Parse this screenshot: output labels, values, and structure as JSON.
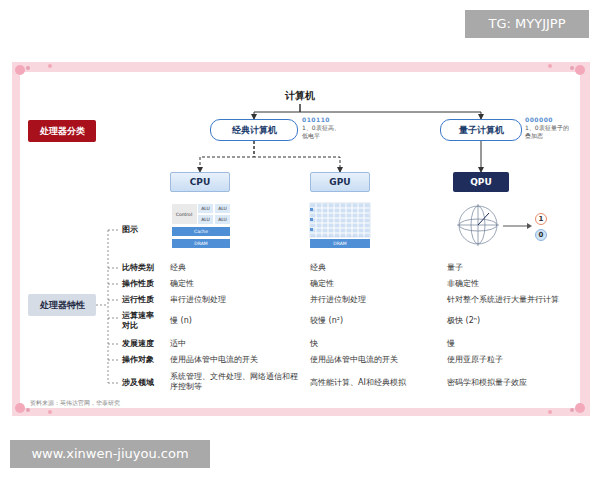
{
  "diagram": {
    "nodes": [
      {
        "text": [
          "计算机"
        ]
      },
      {
        "text": [
          "处理器分类"
        ]
      },
      {
        "text": [
          "经典计算机"
        ]
      },
      {
        "text": [
          "量子计算机"
        ]
      },
      {
        "text": [
          "CPU"
        ]
      },
      {
        "text": [
          "GPU"
        ]
      },
      {
        "text": [
          "QPU"
        ]
      },
      {
        "text": [
          "处理器特性"
        ]
      },
      {
        "text": [
          "Control"
        ]
      },
      {
        "text": [
          "ALU"
        ]
      },
      {
        "text": [
          "ALU"
        ]
      },
      {
        "text": [
          "ALU"
        ]
      },
      {
        "text": [
          "ALU"
        ]
      },
      {
        "text": [
          "Cache"
        ]
      },
      {
        "text": [
          "DRAM"
        ]
      },
      {
        "text": [
          "DRAM"
        ]
      },
      {
        "text": [
          "1"
        ]
      },
      {
        "text": [
          "0"
        ]
      }
    ],
    "edges": [
      {
        "from": 0,
        "to": 2,
        "arrow": "to"
      },
      {
        "from": 0,
        "to": 3,
        "arrow": "to"
      },
      {
        "from": 2,
        "to": 4,
        "arrow": "to"
      },
      {
        "from": 2,
        "to": 5,
        "arrow": "to"
      },
      {
        "from": 3,
        "to": 6,
        "arrow": "to"
      }
    ],
    "labels": [
      "TG: MYYJJPP",
      "010110",
      "1、0表征高、低电平",
      "000000",
      "1、0表征量子的叠加态",
      "图示",
      "比特类别",
      "经典",
      "经典",
      "量子",
      "操作性质",
      "确定性",
      "确定性",
      "非确定性",
      "运行性质",
      "串行进位制处理",
      "并行进位制处理",
      "针对整个系统进行大量并行计算",
      "运算速率对比",
      "慢 (n)",
      "较慢 (n²)",
      "极快 (2ⁿ)",
      "发展速度",
      "适中",
      "快",
      "慢",
      "操作对象",
      "使用晶体管中电流的开关",
      "使用晶体管中电流的开关",
      "使用亚原子粒子",
      "涉及领域",
      "系统管理、文件处理、网络通信和程序控制等",
      "高性能计算、AI和经典模拟",
      "密码学和模拟量子效应",
      "资料来源：英伟达官网，华泰研究",
      "www.xinwen-jiuyou.com"
    ]
  }
}
